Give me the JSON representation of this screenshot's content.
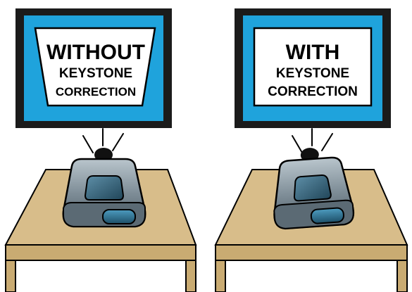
{
  "colors": {
    "frame": "#1b1b1b",
    "screen": "#1fa3dc",
    "card": "#ffffff",
    "table_top": "#d8bd8a",
    "table_edge": "#a88a55",
    "projector_body": "#7f8e98",
    "projector_dark": "#3d4b56",
    "lens": "#2a6f90",
    "outline": "#000000"
  },
  "left_panel": {
    "line1": "WITHOUT",
    "line2": "KEYSTONE",
    "line3": "CORRECTION"
  },
  "right_panel": {
    "line1": "WITH",
    "line2": "KEYSTONE",
    "line3": "CORRECTION"
  }
}
